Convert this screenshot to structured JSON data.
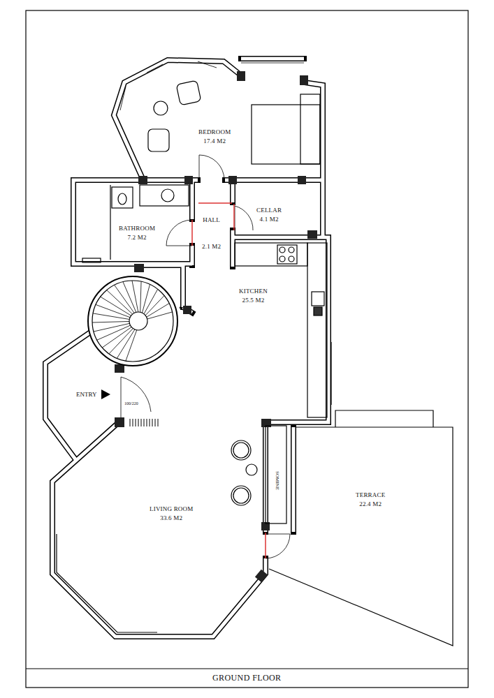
{
  "diagram": {
    "title": "GROUND FLOOR",
    "nodes": [
      {
        "text": [
          "BEDROOM",
          "17.4 M2"
        ]
      },
      {
        "text": [
          "BATHROOM",
          "7.2 M2"
        ]
      },
      {
        "text": [
          "HALL",
          "2.1 M2"
        ]
      },
      {
        "text": [
          "CELLAR",
          "4.1 M2"
        ]
      },
      {
        "text": [
          "KITCHEN",
          "25.5 M2"
        ]
      },
      {
        "text": [
          "LIVING ROOM",
          "33.6 M2"
        ]
      },
      {
        "text": [
          "TERRACE",
          "22.4 M2"
        ]
      }
    ],
    "labels": [
      "ENTRY",
      "100/220",
      "SOMINE"
    ]
  }
}
